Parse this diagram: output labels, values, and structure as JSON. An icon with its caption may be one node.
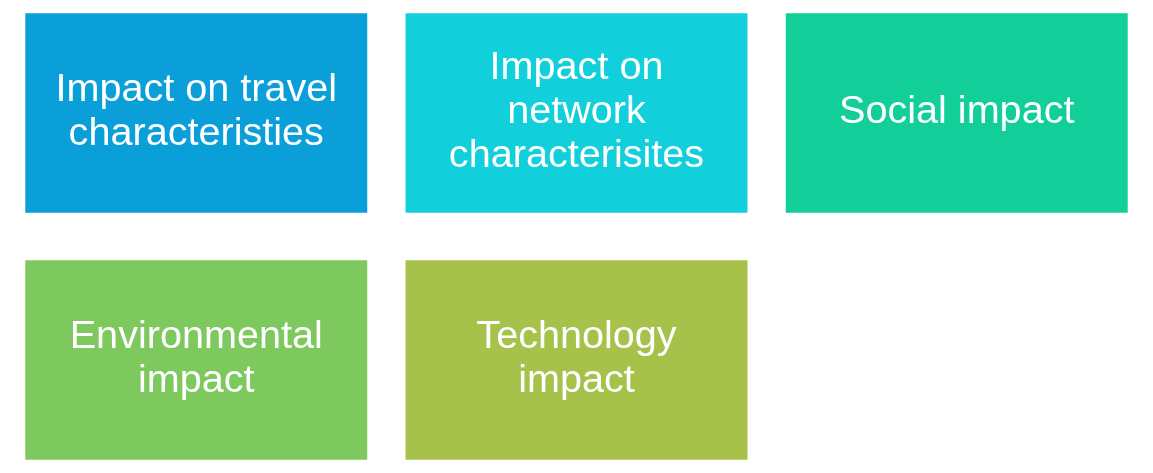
{
  "diagram": {
    "nodes": [
      {
        "text": [
          "Impact on travel characteristies"
        ]
      },
      {
        "text": [
          "Impact on network characterisites"
        ]
      },
      {
        "text": [
          "Social impact"
        ]
      },
      {
        "text": [
          "Environmental impact"
        ]
      },
      {
        "text": [
          "Technology impact"
        ]
      }
    ]
  }
}
